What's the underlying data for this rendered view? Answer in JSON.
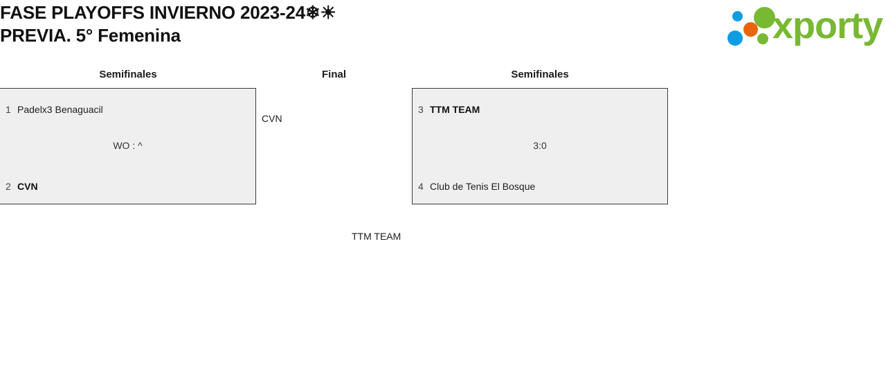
{
  "header": {
    "title": "FASE PLAYOFFS INVIERNO 2023-24❄☀\nPREVIA. 5° Femenina",
    "title_line1": "FASE PLAYOFFS INVIERNO 2023-24❄☀",
    "title_line2": "PREVIA. 5° Femenina"
  },
  "logo": {
    "wordmark": "xporty",
    "green": "#78b833",
    "blue": "#0d9de0",
    "orange": "#e8650d"
  },
  "bracket": {
    "rounds": [
      {
        "label": "Semifinales"
      },
      {
        "label": "Final"
      },
      {
        "label": "Semifinales"
      }
    ],
    "matches": [
      {
        "id": "semifinal-left",
        "round": "Semifinales",
        "score": "WO : ^",
        "teams": [
          {
            "seed": "1",
            "name": "Padelx3 Benaguacil",
            "winner": false
          },
          {
            "seed": "2",
            "name": "CVN",
            "winner": true
          }
        ]
      },
      {
        "id": "semifinal-right",
        "round": "Semifinales",
        "score": "3:0",
        "teams": [
          {
            "seed": "3",
            "name": "TTM TEAM",
            "winner": true
          },
          {
            "seed": "4",
            "name": "Club de Tenis El Bosque",
            "winner": false
          }
        ]
      }
    ],
    "finalists": {
      "left": "CVN",
      "bottom": "TTM TEAM"
    }
  },
  "colors": {
    "box_fill": "#efefef",
    "box_border": "#3a3a3a",
    "text": "#1a1a1a"
  }
}
